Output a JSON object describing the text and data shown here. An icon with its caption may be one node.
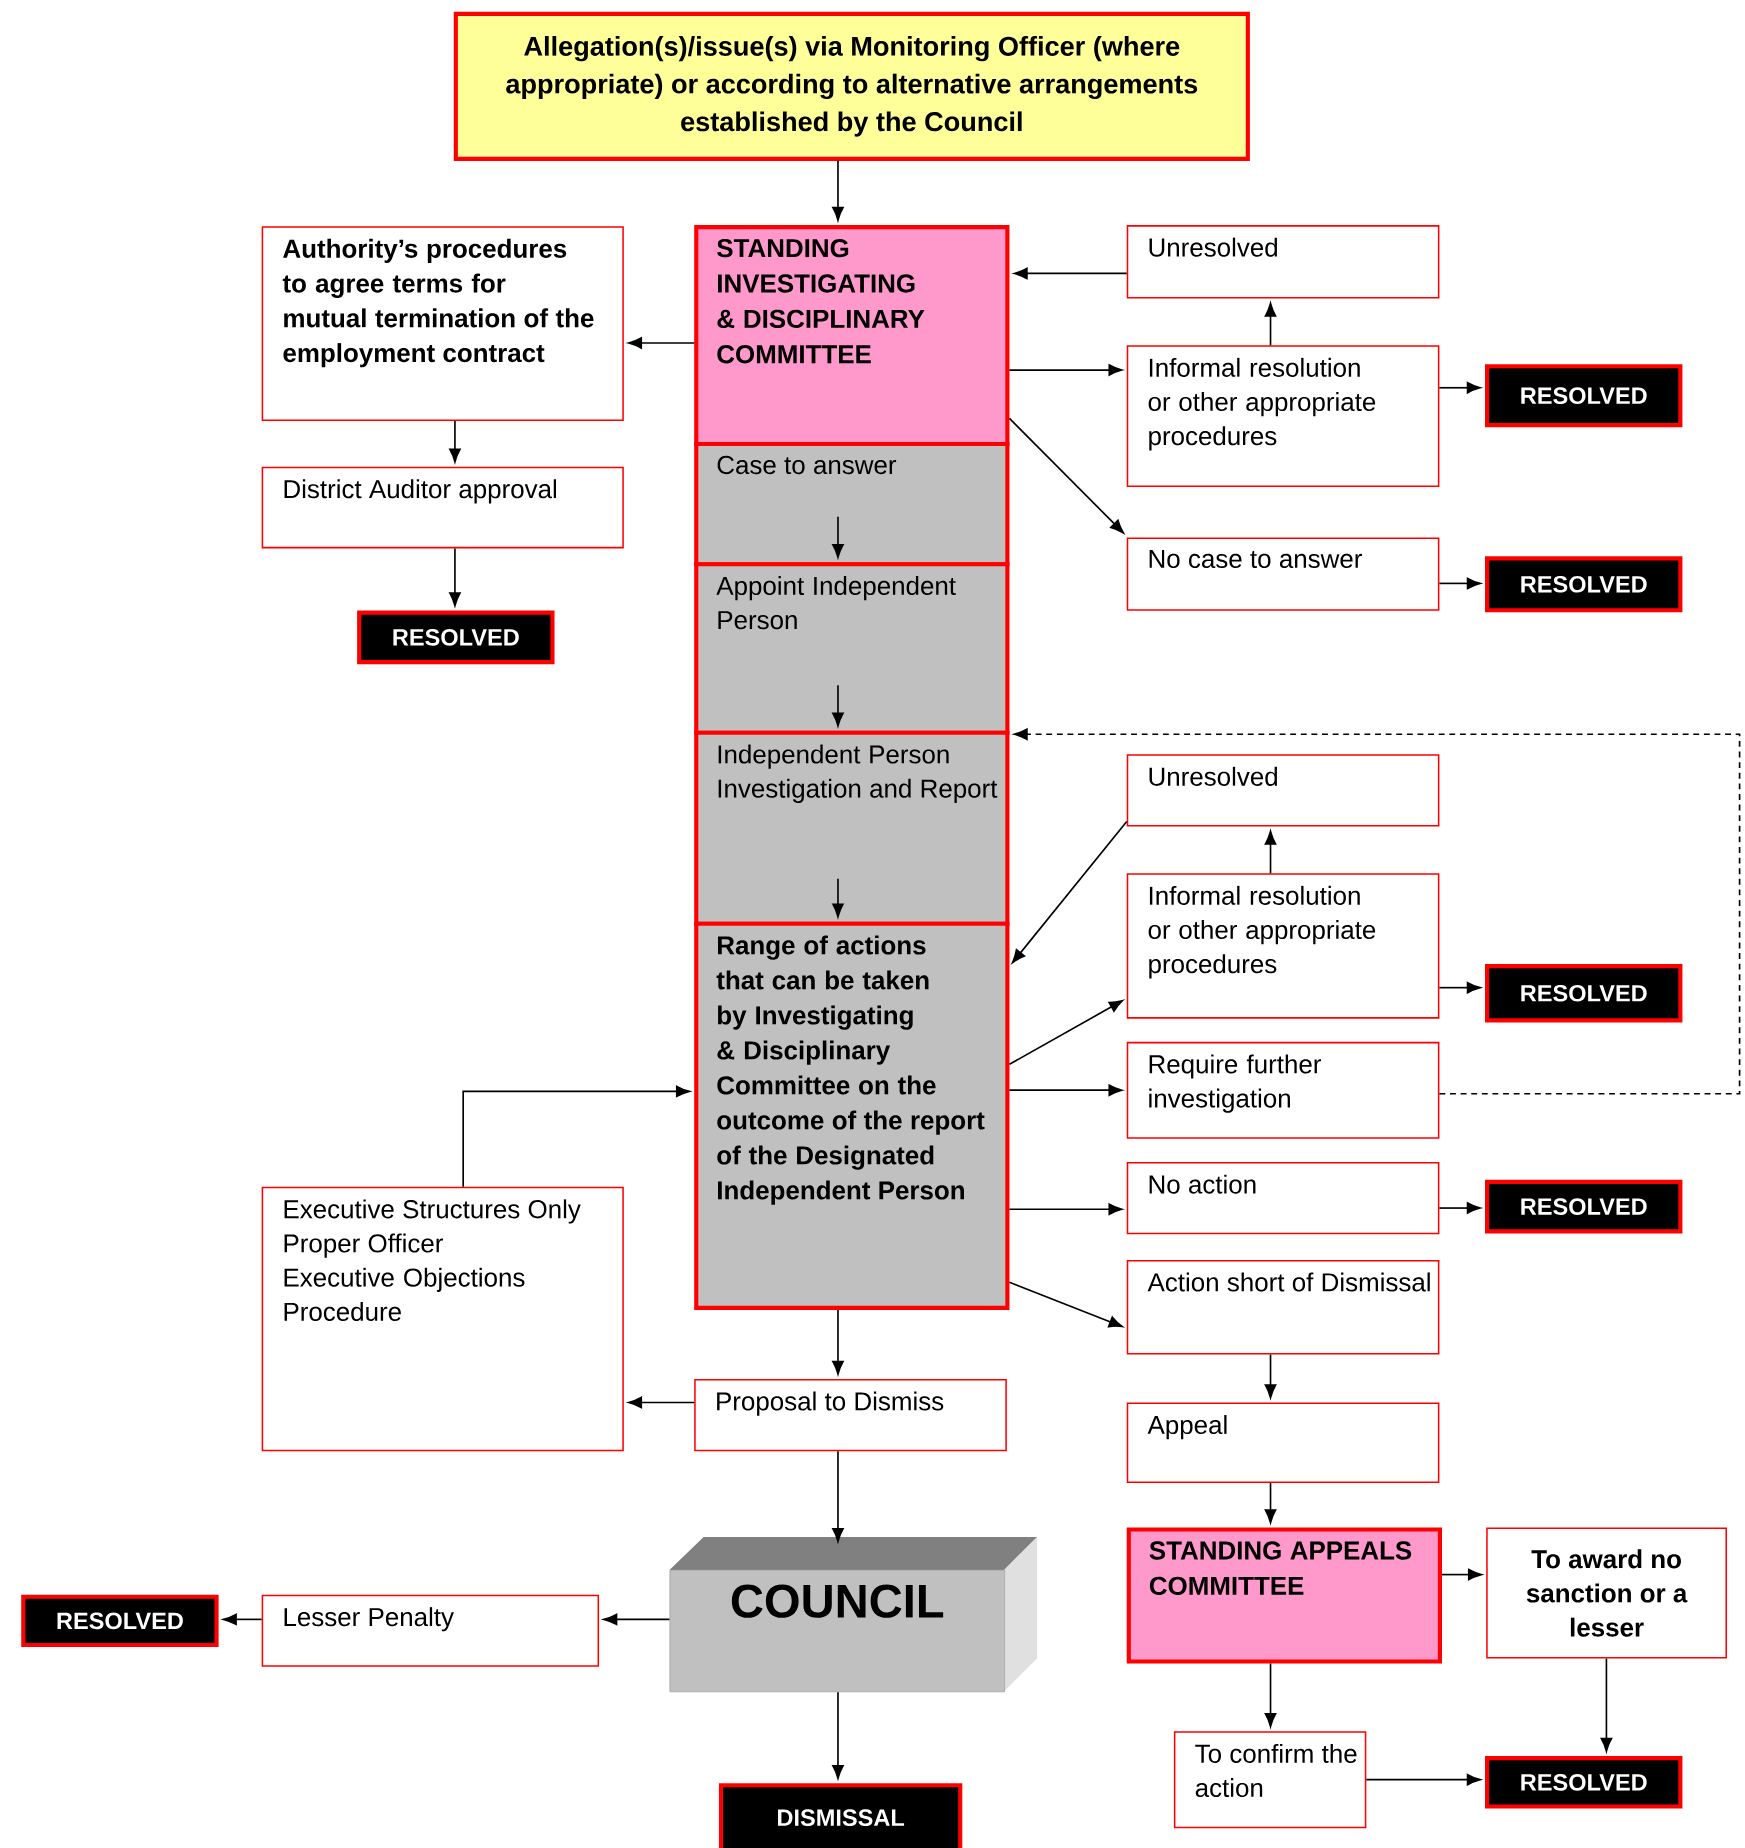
{
  "diagram": {
    "nodes": [
      {
        "text": [
          "Allegation(s)/issue(s) via Monitoring Officer (where appropriate) or according to alternative arrangements established by the Council"
        ]
      },
      {
        "text": [
          "STANDING INVESTIGATING & DISCIPLINARY COMMITTEE"
        ]
      },
      {
        "text": [
          "Unresolved"
        ]
      },
      {
        "text": [
          "Authority’s procedures to agree terms for mutual termination of the employment contract"
        ]
      },
      {
        "text": [
          "Informal resolution or other appropriate procedures"
        ]
      },
      {
        "text": [
          "RESOLVED"
        ]
      },
      {
        "text": [
          "Case to answer"
        ]
      },
      {
        "text": [
          "District Auditor approval"
        ]
      },
      {
        "text": [
          "No case to answer"
        ]
      },
      {
        "text": [
          "RESOLVED"
        ]
      },
      {
        "text": [
          "RESOLVED"
        ]
      },
      {
        "text": [
          "Appoint Independent Person"
        ]
      },
      {
        "text": [
          "Independent Person Investigation and Report"
        ]
      },
      {
        "text": [
          "Unresolved"
        ]
      },
      {
        "text": [
          "Informal resolution or other appropriate procedures"
        ]
      },
      {
        "text": [
          "Range of actions that can be taken by Investigating & Disciplinary Committee on the outcome of the report of the Designated Independent Person"
        ]
      },
      {
        "text": [
          "RESOLVED"
        ]
      },
      {
        "text": [
          "Require further investigation"
        ]
      },
      {
        "text": [
          "Executive Structures Only",
          "Proper Officer",
          "Executive Objections Procedure"
        ]
      },
      {
        "text": [
          "No action"
        ]
      },
      {
        "text": [
          "RESOLVED"
        ]
      },
      {
        "text": [
          "Action short of Dismissal"
        ]
      },
      {
        "text": [
          "Proposal to Dismiss"
        ]
      },
      {
        "text": [
          "Appeal"
        ]
      },
      {
        "text": [
          "COUNCIL"
        ]
      },
      {
        "text": [
          "STANDING APPEALS COMMITTEE"
        ]
      },
      {
        "text": [
          "To award no sanction or a lesser"
        ]
      },
      {
        "text": [
          "RESOLVED"
        ]
      },
      {
        "text": [
          "Lesser Penalty"
        ]
      },
      {
        "text": [
          "To confirm the action"
        ]
      },
      {
        "text": [
          "RESOLVED"
        ]
      },
      {
        "text": [
          "DISMISSAL"
        ]
      }
    ],
    "edges": [
      {
        "from": 0,
        "to": 1,
        "arrow": "to"
      },
      {
        "from": 2,
        "to": 1,
        "arrow": "to"
      },
      {
        "from": 1,
        "to": 3,
        "arrow": "to"
      },
      {
        "from": 1,
        "to": 4,
        "arrow": "to"
      },
      {
        "from": 4,
        "to": 2,
        "arrow": "to"
      },
      {
        "from": 4,
        "to": 5,
        "arrow": "to"
      },
      {
        "from": 1,
        "to": 8,
        "arrow": "to"
      },
      {
        "from": 3,
        "to": 7,
        "arrow": "to"
      },
      {
        "from": 7,
        "to": 10,
        "arrow": "to"
      },
      {
        "from": 6,
        "to": 11,
        "arrow": "to"
      },
      {
        "from": 8,
        "to": 9,
        "arrow": "to"
      },
      {
        "from": 11,
        "to": 12,
        "arrow": "to"
      },
      {
        "from": 12,
        "to": 15,
        "arrow": "to"
      },
      {
        "from": 17,
        "to": 12,
        "arrow": "to",
        "style": "dashed"
      },
      {
        "from": 13,
        "to": 15,
        "arrow": "to"
      },
      {
        "from": 14,
        "to": 13,
        "arrow": "to"
      },
      {
        "from": 15,
        "to": 14,
        "arrow": "to"
      },
      {
        "from": 14,
        "to": 16,
        "arrow": "to"
      },
      {
        "from": 15,
        "to": 17,
        "arrow": "to"
      },
      {
        "from": 18,
        "to": 15,
        "arrow": "to"
      },
      {
        "from": 15,
        "to": 19,
        "arrow": "to"
      },
      {
        "from": 19,
        "to": 20,
        "arrow": "to"
      },
      {
        "from": 15,
        "to": 21,
        "arrow": "to"
      },
      {
        "from": 15,
        "to": 22,
        "arrow": "to"
      },
      {
        "from": 21,
        "to": 23,
        "arrow": "to"
      },
      {
        "from": 22,
        "to": 18,
        "arrow": "to"
      },
      {
        "from": 22,
        "to": 24,
        "arrow": "to"
      },
      {
        "from": 23,
        "to": 25,
        "arrow": "to"
      },
      {
        "from": 24,
        "to": 28,
        "arrow": "to"
      },
      {
        "from": 28,
        "to": 27,
        "arrow": "to"
      },
      {
        "from": 25,
        "to": 26,
        "arrow": "to"
      },
      {
        "from": 25,
        "to": 29,
        "arrow": "to"
      },
      {
        "from": 26,
        "to": 30,
        "arrow": "to"
      },
      {
        "from": 29,
        "to": 30,
        "arrow": "to"
      },
      {
        "from": 24,
        "to": 31,
        "arrow": "to"
      }
    ]
  }
}
